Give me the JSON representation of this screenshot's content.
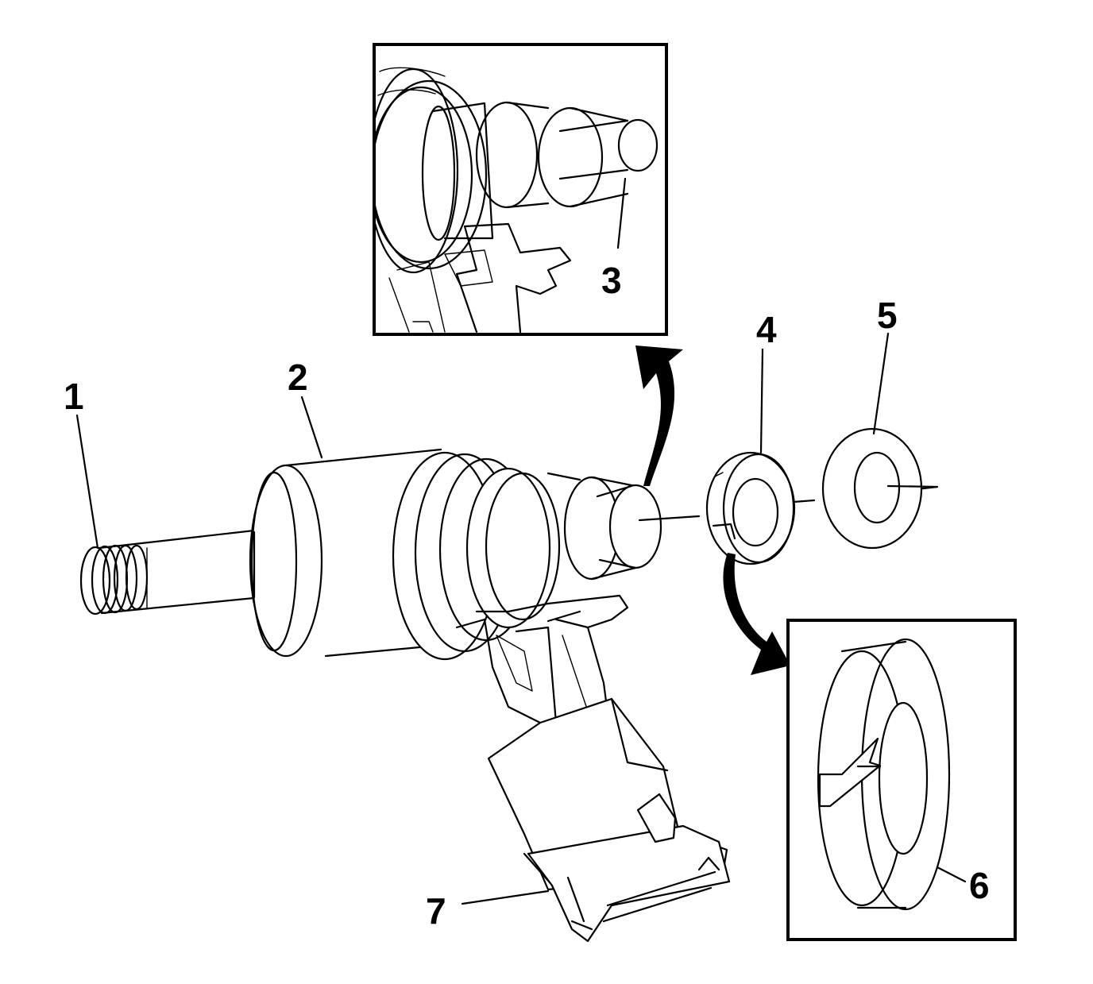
{
  "diagram": {
    "callouts": [
      {
        "id": "1",
        "text": "1"
      },
      {
        "id": "2",
        "text": "2"
      },
      {
        "id": "3",
        "text": "3"
      },
      {
        "id": "4",
        "text": "4"
      },
      {
        "id": "5",
        "text": "5"
      },
      {
        "id": "6",
        "text": "6"
      },
      {
        "id": "7",
        "text": "7"
      }
    ],
    "colors": {
      "ink": "#000000",
      "background": "#ffffff"
    }
  }
}
